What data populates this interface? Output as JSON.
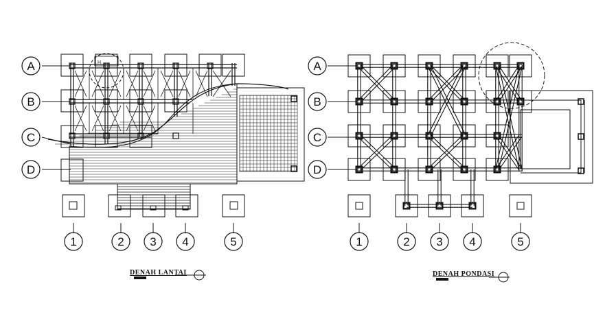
{
  "drawings": {
    "floor_plan": {
      "title": "DENAH LANTAI",
      "row_axes": [
        "A",
        "B",
        "C",
        "D"
      ],
      "col_axes": [
        "1",
        "2",
        "3",
        "4",
        "5"
      ],
      "detail_mark": "H"
    },
    "foundation_plan": {
      "title": "DENAH PONDASI",
      "row_axes": [
        "A",
        "B",
        "C",
        "D"
      ],
      "col_axes": [
        "1",
        "2",
        "3",
        "4",
        "5"
      ]
    }
  },
  "colors": {
    "line": "#111111",
    "background": "#ffffff"
  }
}
